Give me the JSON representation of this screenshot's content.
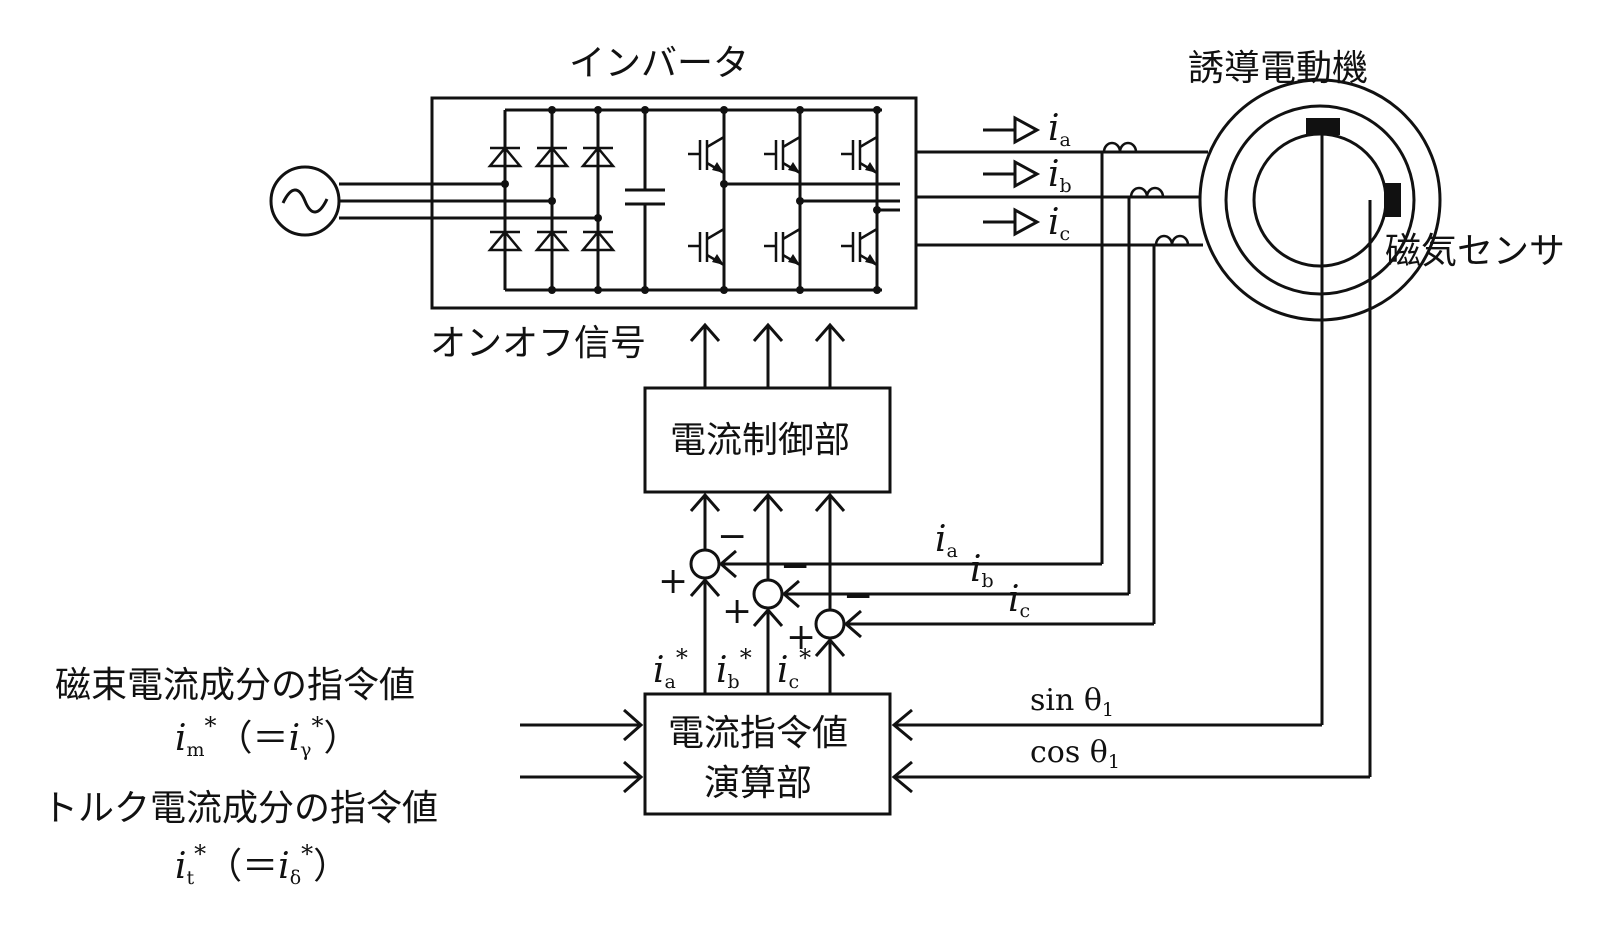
{
  "labels": {
    "inverter": "インバータ",
    "motor": "誘導電動機",
    "magnetic_sensor": "磁気センサ",
    "onoff_signal": "オンオフ信号",
    "current_control": "電流制御部",
    "current_command_line1": "電流指令値",
    "current_command_line2": "演算部",
    "flux_command": "磁束電流成分の指令値",
    "torque_command": "トルク電流成分の指令値"
  },
  "symbols": {
    "i": "i",
    "star": "*",
    "plus": "+",
    "minus": "−",
    "eq_open": "（＝",
    "close": "）",
    "sub_a": "a",
    "sub_b": "b",
    "sub_c": "c",
    "sub_m": "m",
    "sub_t": "t",
    "sub_gamma": "γ",
    "sub_delta": "δ",
    "sin_text": "sin θ",
    "cos_text": "cos θ",
    "sub_1": "1"
  }
}
